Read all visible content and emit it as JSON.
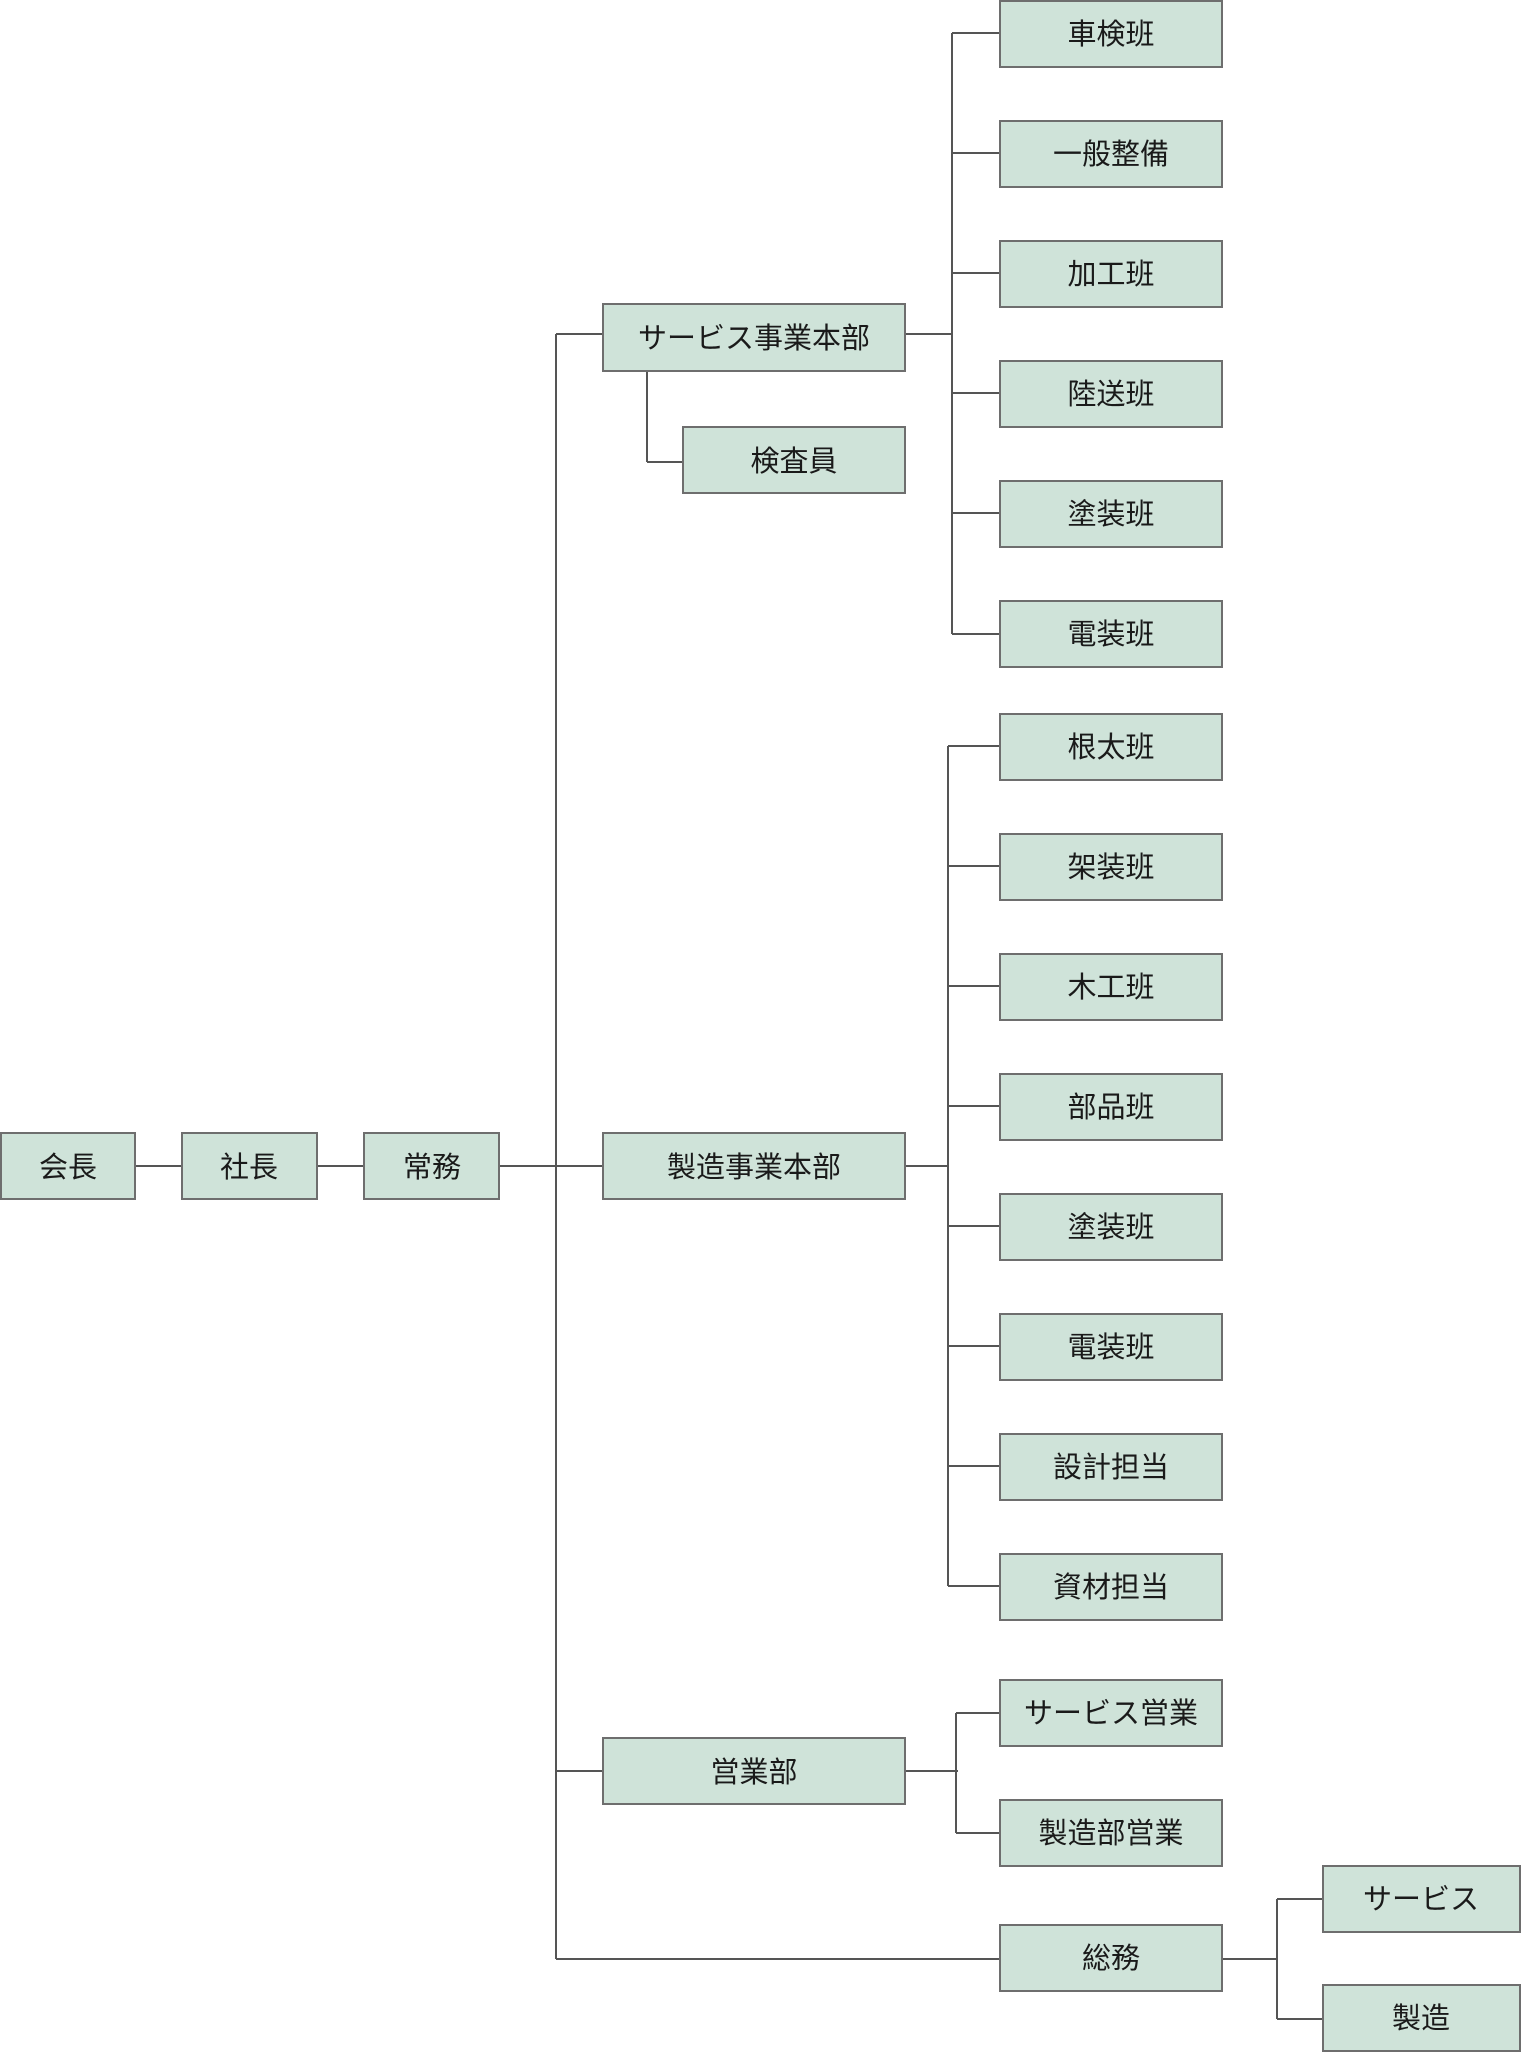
{
  "org": {
    "chairman": "会長",
    "president": "社長",
    "managing_director": "常務",
    "service_division": {
      "label": "サービス事業本部",
      "inspector": "検査員",
      "teams": [
        "車検班",
        "一般整備",
        "加工班",
        "陸送班",
        "塗装班",
        "電装班"
      ]
    },
    "manufacturing_division": {
      "label": "製造事業本部",
      "teams": [
        "根太班",
        "架装班",
        "木工班",
        "部品班",
        "塗装班",
        "電装班",
        "設計担当",
        "資材担当"
      ]
    },
    "sales_department": {
      "label": "営業部",
      "teams": [
        "サービス営業",
        "製造部営業"
      ]
    },
    "general_affairs": {
      "label": "総務",
      "teams": [
        "サービス",
        "製造"
      ]
    }
  },
  "colors": {
    "node_fill": "#cfe3d9",
    "node_border": "#6e6e6e",
    "connector": "#555555"
  }
}
